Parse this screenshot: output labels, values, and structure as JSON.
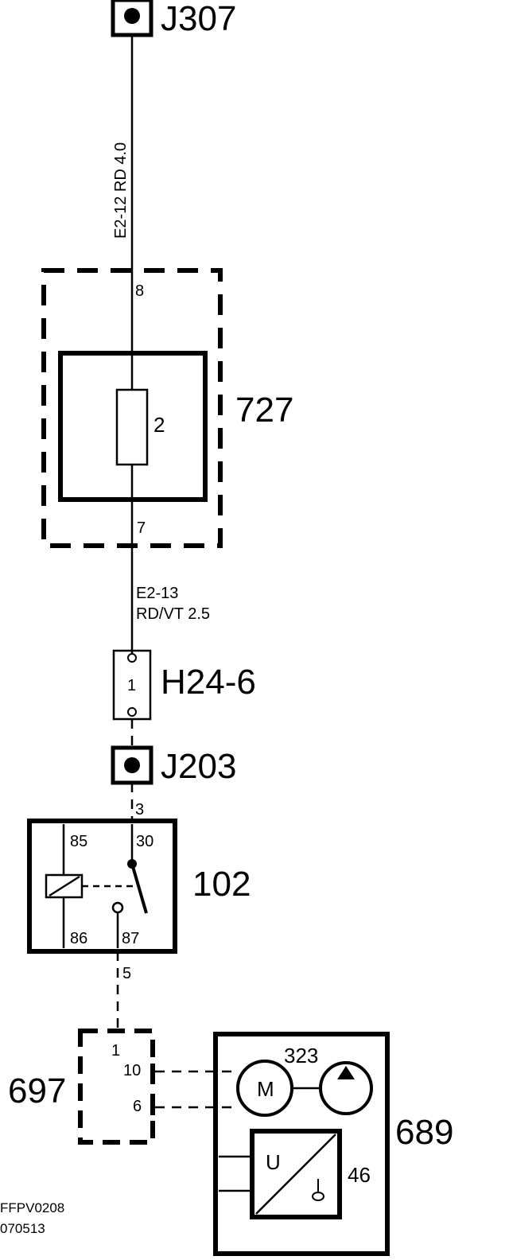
{
  "connectors": {
    "j307": "J307",
    "j203": "J203"
  },
  "wires": {
    "top_wire": "E2-12  RD 4.0",
    "mid_wire_id": "E2-13",
    "mid_wire_spec": "RD/VT  2.5"
  },
  "fuse_box": {
    "id": "727",
    "pin_in": "8",
    "pin_out": "7",
    "fuse_number": "2"
  },
  "inline_connector": {
    "id": "H24-6",
    "pin": "1"
  },
  "relay": {
    "id": "102",
    "pin_in_wire": "3",
    "pin_out_wire": "5",
    "terminals": [
      "85",
      "30",
      "86",
      "87"
    ]
  },
  "connector_697": {
    "id": "697",
    "pins": [
      "1",
      "10",
      "6"
    ]
  },
  "fuel_pump_module": {
    "id": "689",
    "pump_id": "323",
    "motor_label": "M",
    "sender_id": "46",
    "sender_label": "U"
  },
  "footer": {
    "code": "FFPV0208",
    "date": "070513"
  },
  "colors": {
    "line": "#000000",
    "background": "#ffffff"
  }
}
